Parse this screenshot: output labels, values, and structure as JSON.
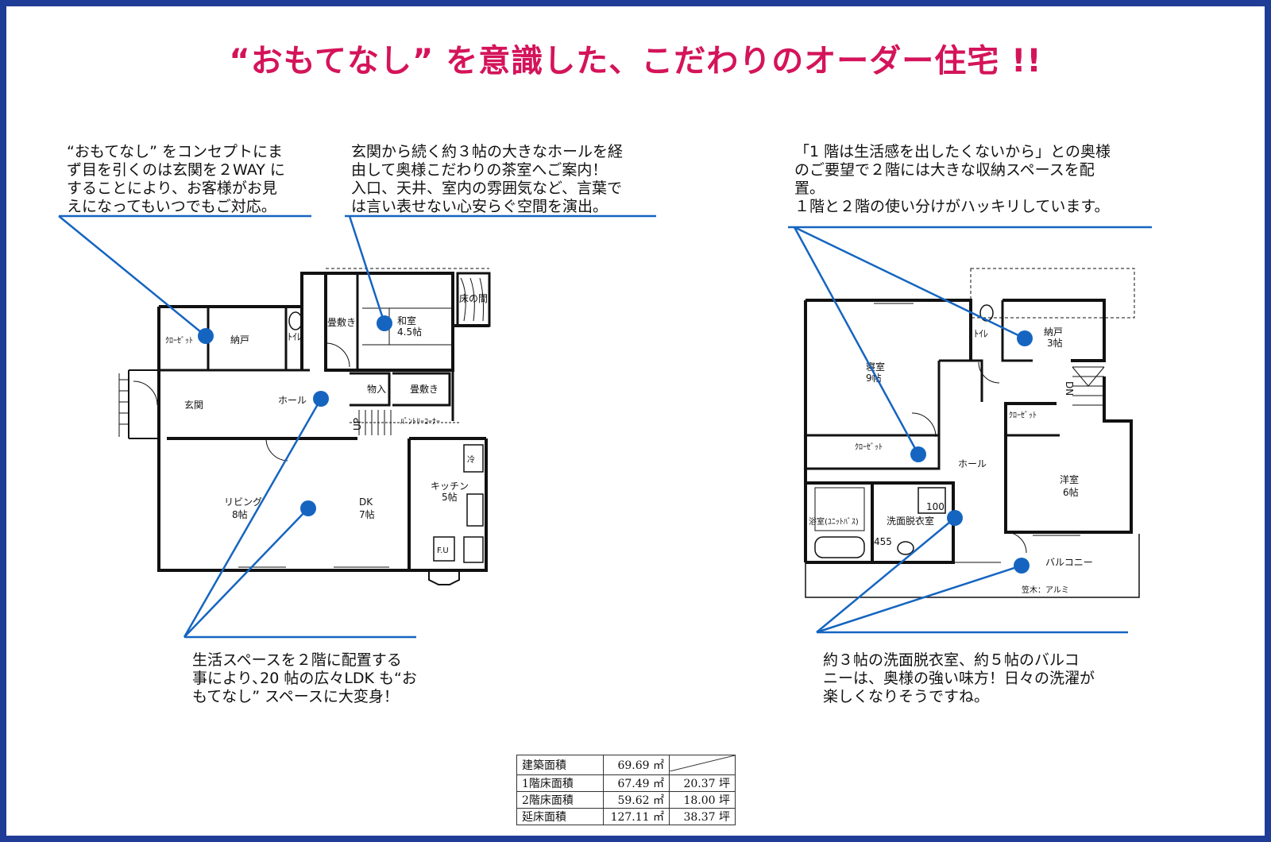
{
  "title": "“おもてなし” を意識した、こだわりのオーダー住宅 !!",
  "notes": {
    "n1": "“おもてなし” をコンセプトにま\nず目を引くのは玄関を２WAY に\nすることにより、お客様がお見\nえになってもいつでもご対応。",
    "n2": "玄関から続く約３帖の大きなホールを経\n由して奥様こだわりの茶室へご案内！\n入口、天井、室内の雰囲気など、言葉で\nは言い表せない心安らぐ空間を演出。",
    "n3": "「1 階は生活感を出したくないから」との奥様\nのご要望で２階には大きな収納スペースを配\n置。\n１階と２階の使い分けがハッキリしています。",
    "n4": "生活スペースを２階に配置する\n事により､20 帖の広々LDK も“お\nもてなし” スペースに大変身！",
    "n5": "約３帖の洗面脱衣室、約５帖のバルコ\nニーは、奥様の強い味方！日々の洗濯が\n楽しくなりそうですね。"
  },
  "floor1": {
    "closet": "ｸﾛｰｾﾞｯﾄ",
    "nando": "納戸",
    "toilet": "ﾄｲﾚ",
    "tatami_left": "畳敷き",
    "washitsu": "和室",
    "washitsu_size": "4.5帖",
    "tokonoma": "床の間",
    "genkan": "玄関",
    "hall": "ホール",
    "monoire": "物入",
    "tatami_lower": "畳敷き",
    "up": "UP",
    "pantry": "ﾊﾟﾝﾄﾘｰｺｰﾅｰ",
    "living": "リビング",
    "living_size": "8帖",
    "dk": "DK",
    "dk_size": "7帖",
    "kitchen": "キッチン",
    "kitchen_size": "5帖",
    "rei": "冷",
    "fu": "F.U"
  },
  "floor2": {
    "shinshitsu": "寝室",
    "shinshitsu_size": "9帖",
    "toilet": "ﾄｲﾚ",
    "nando": "納戸",
    "nando_size": "3帖",
    "dn": "DN",
    "closet_right": "ｸﾛｰｾﾞｯﾄ",
    "closet_left": "ｸﾛｰｾﾞｯﾄ",
    "hall": "ホール",
    "youshitsu": "洋室",
    "youshitsu_size": "6帖",
    "num100": "100",
    "yokushitsu": "浴室(ﾕﾆｯﾄﾊﾞｽ)",
    "senmen": "洗面脱衣室",
    "num455": "455",
    "balcony": "バルコニー",
    "kasagi": "笠木：アルミ"
  },
  "area_table": [
    {
      "label": "建築面積",
      "sqm": "69.69 ㎡",
      "tsubo": ""
    },
    {
      "label": "1階床面積",
      "sqm": "67.49 ㎡",
      "tsubo": "20.37 坪"
    },
    {
      "label": "2階床面積",
      "sqm": "59.62 ㎡",
      "tsubo": "18.00 坪"
    },
    {
      "label": "延床面積",
      "sqm": "127.11 ㎡",
      "tsubo": "38.37 坪"
    }
  ],
  "colors": {
    "title": "#d4145a",
    "frame": "#1f3c96",
    "leader": "#1565c0",
    "dot": "#1565c0",
    "wall": "#111111"
  }
}
